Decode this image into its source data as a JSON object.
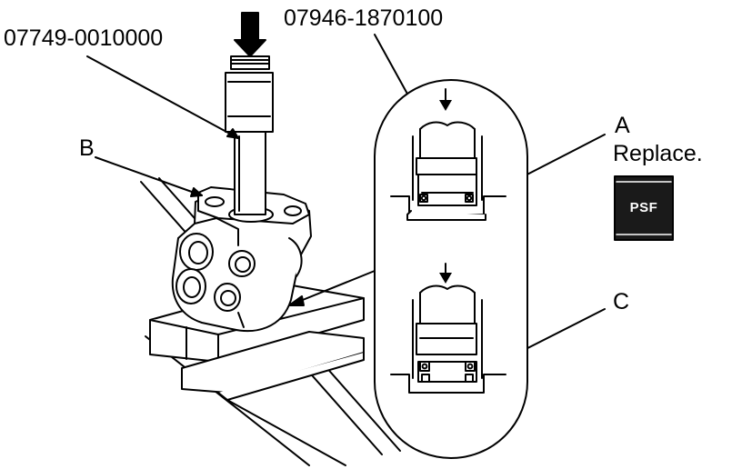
{
  "callouts": {
    "tool_upper_left": "07749-0010000",
    "tool_upper_right": "07946-1870100",
    "label_a": "A",
    "label_a_note": "Replace.",
    "label_b": "B",
    "label_c": "C"
  },
  "badge": {
    "text": "PSF",
    "fill_color": "#1a1a1a",
    "text_color": "#ffffff"
  },
  "colors": {
    "line": "#000000",
    "background": "#ffffff"
  }
}
